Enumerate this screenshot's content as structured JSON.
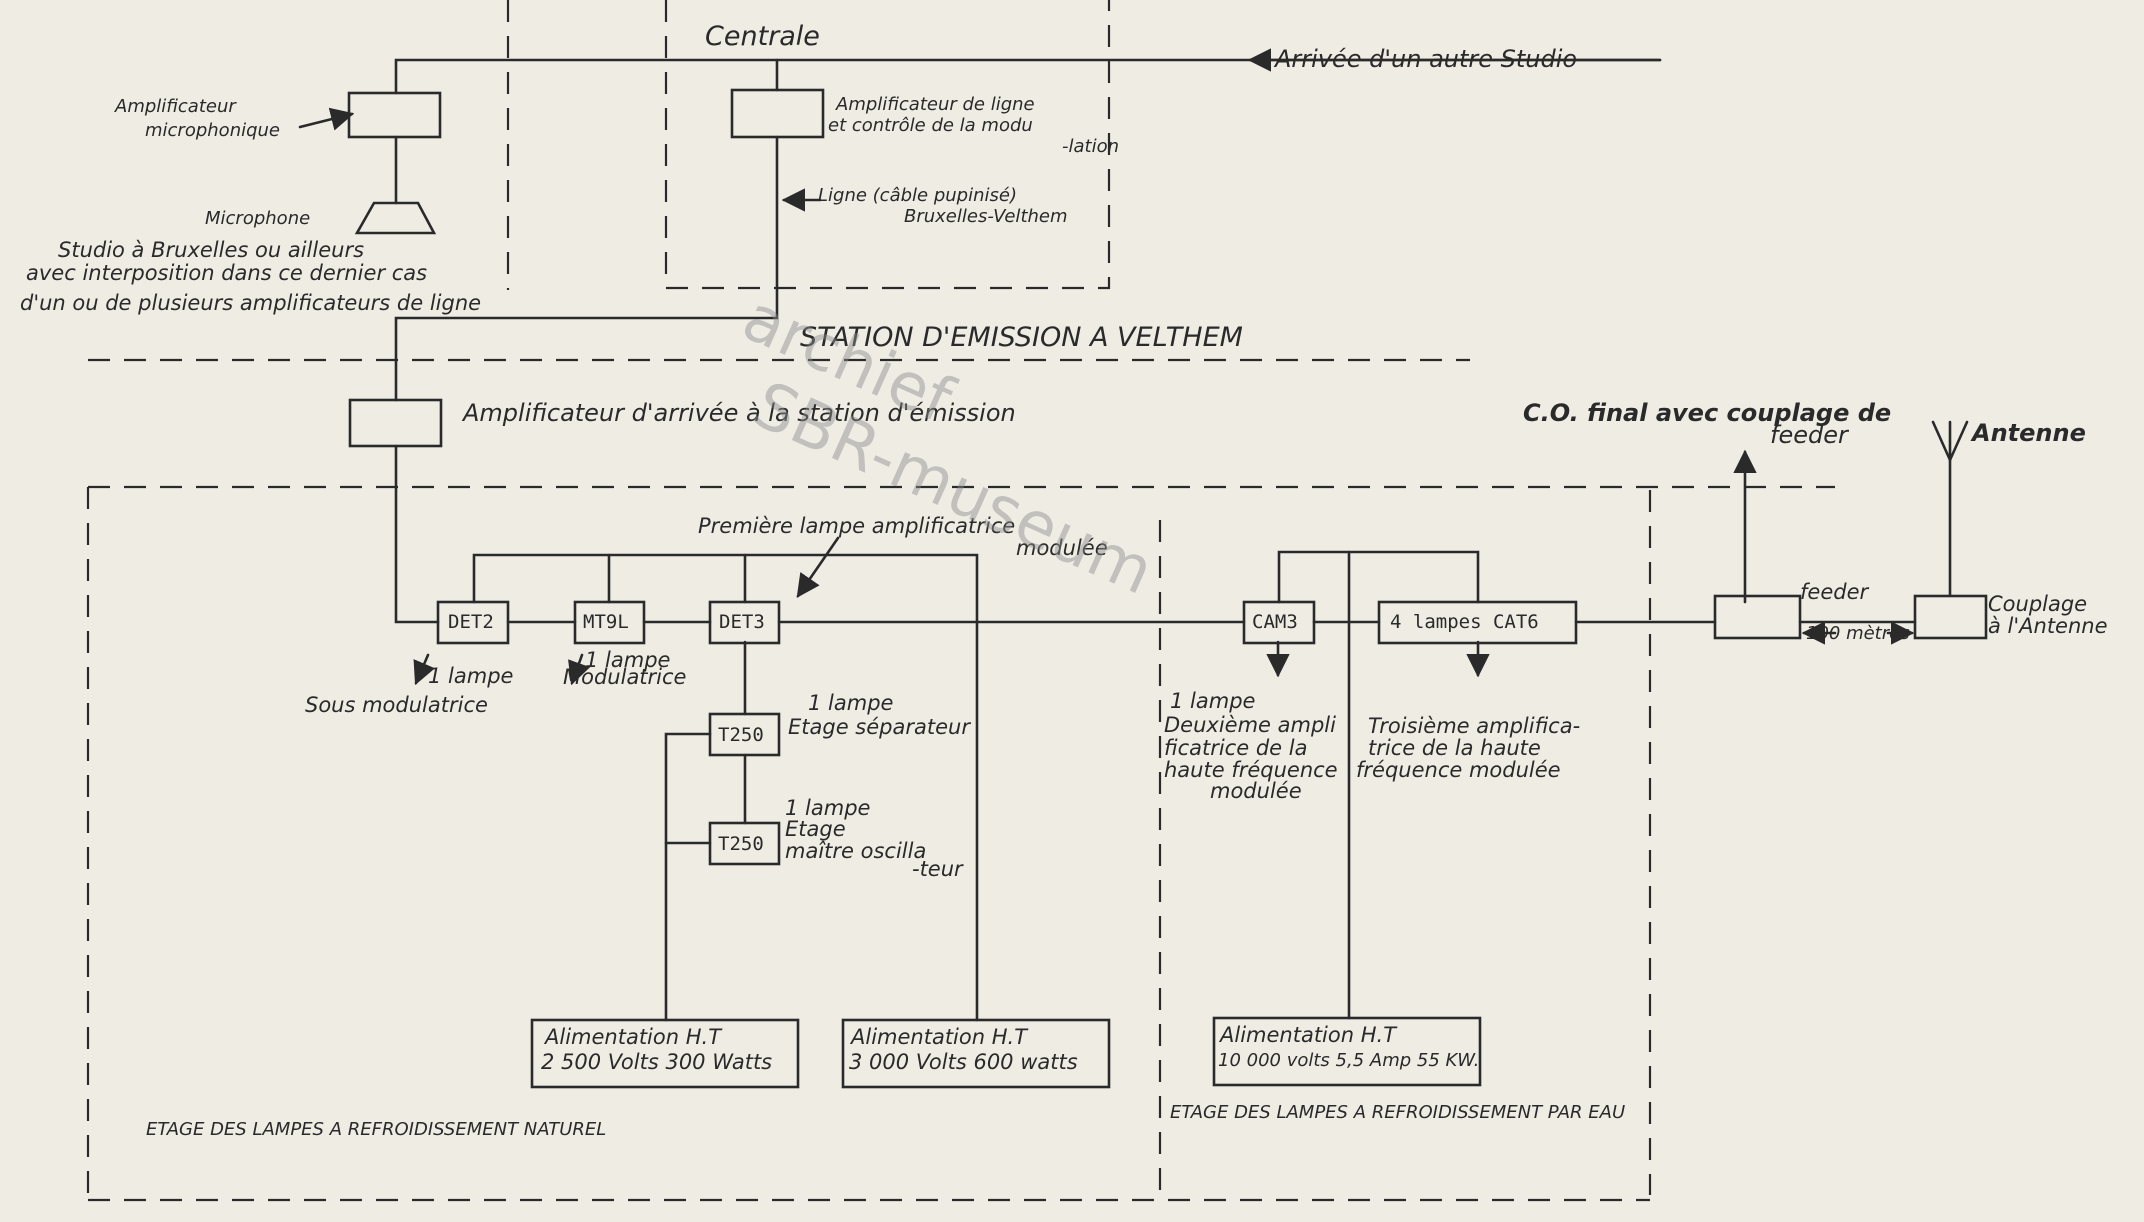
{
  "labels": {
    "centrale": "Centrale",
    "arrivee_autre_studio": "Arrivée d'un autre Studio",
    "ampli_micro_1": "Amplificateur",
    "ampli_micro_2": "microphonique",
    "ampli_ligne_1": "Amplificateur de ligne",
    "ampli_ligne_2": "et contrôle de la modu",
    "ampli_ligne_3": "-lation",
    "ligne_1": "Ligne (câble pupinisé)",
    "ligne_2": "Bruxelles-Velthem",
    "microphone": "Microphone",
    "studio_1": "Studio à Bruxelles ou ailleurs",
    "studio_2": "avec interposition dans ce dernier cas",
    "studio_3": "d'un ou de plusieurs amplificateurs de ligne",
    "station": "STATION D'EMISSION A VELTHEM",
    "ampli_arrivee": "Amplificateur d'arrivée à la station d'émission",
    "co_final_1": "C.O. final avec couplage de",
    "co_final_2": "feeder",
    "antenne": "Antenne",
    "premiere_1": "Première lampe amplificatrice",
    "premiere_2": "modulée",
    "det2": "DET2",
    "mt9l": "MT9L",
    "det3": "DET3",
    "cam3": "CAM3",
    "cat6": "4 lampes CAT6",
    "feeder": "feeder",
    "cent_metres": "100 mètres",
    "couplage_1": "Couplage",
    "couplage_2": "à l'Antenne",
    "sous_1": "1 lampe",
    "sous_2": "Sous modulatrice",
    "modul_1": "1 lampe",
    "modul_2": "Modulatrice",
    "sep_1": "1 lampe",
    "sep_2": "Etage séparateur",
    "t250": "T250",
    "osc_1": "1 lampe",
    "osc_2": "Etage",
    "osc_3": "maître oscilla",
    "osc_4": "-teur",
    "deux_1": "1 lampe",
    "deux_2": "Deuxième ampli",
    "deux_3": "ficatrice de la",
    "deux_4": "haute fréquence",
    "deux_5": "modulée",
    "trois_1": "Troisième amplifica-",
    "trois_2": "trice de la haute",
    "trois_3": "fréquence modulée",
    "alim1_1": "Alimentation H.T",
    "alim1_2": "2 500 Volts 300 Watts",
    "alim2_1": "Alimentation H.T",
    "alim2_2": "3 000 Volts 600 watts",
    "alim3_1": "Alimentation H.T",
    "alim3_2": "10 000 volts 5,5 Amp 55 KW.",
    "etage_naturel": "ETAGE DES LAMPES A REFROIDISSEMENT NATUREL",
    "etage_eau": "ETAGE DES LAMPES A REFROIDISSEMENT PAR EAU"
  },
  "watermark": {
    "line1": "archief",
    "line2": "SBR-museum"
  }
}
